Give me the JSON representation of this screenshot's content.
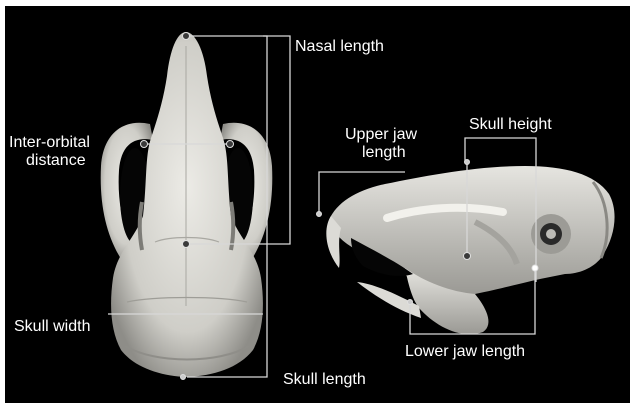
{
  "labels": {
    "nasal_length": "Nasal length",
    "inter_orbital_line1": "Inter-orbital",
    "inter_orbital_line2": "distance",
    "skull_width": "Skull width",
    "skull_length": "Skull length",
    "upper_jaw_line1": "Upper jaw",
    "upper_jaw_line2": "length",
    "skull_height": "Skull height",
    "lower_jaw_length": "Lower jaw length"
  },
  "colors": {
    "background": "#000000",
    "frame": "#ffffff",
    "label_text": "#ffffff",
    "measure_line": "#d8d8d8",
    "bone": "#d2d2cc",
    "bone_shadow": "#8c8c86",
    "landmark_dot": "#3a3a3a"
  },
  "views": {
    "dorsal_view": "skull seen from above",
    "lateral_view": "skull seen from the side"
  }
}
